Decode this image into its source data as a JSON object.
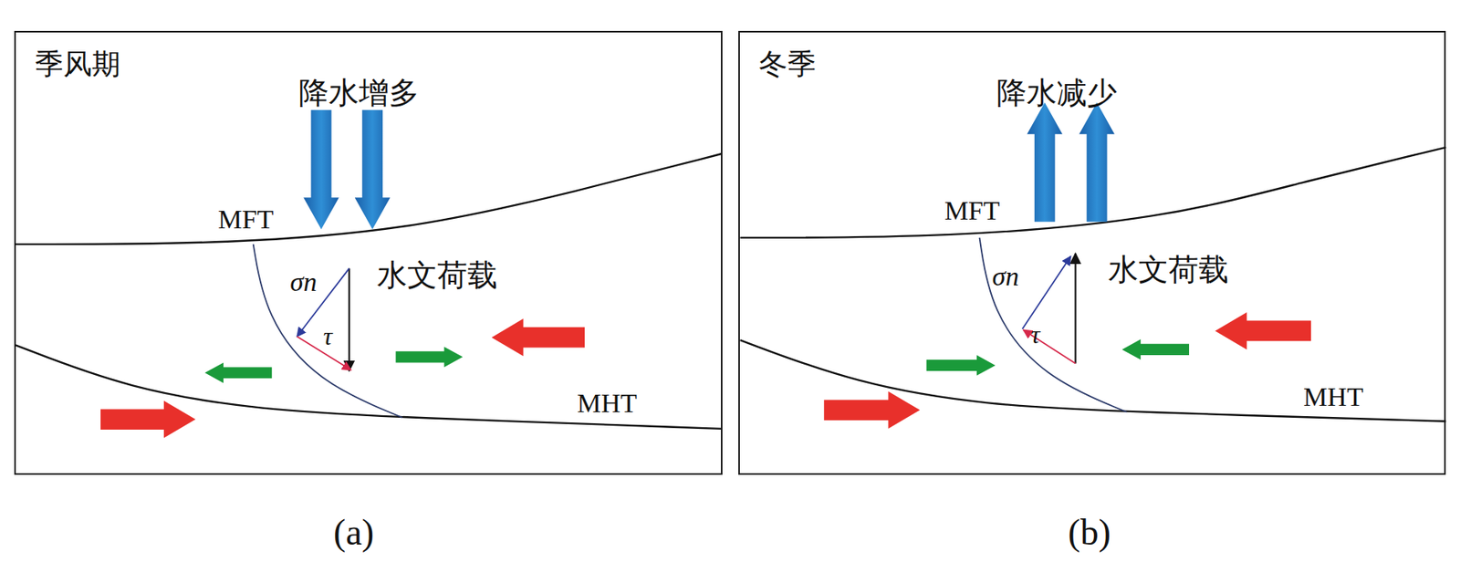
{
  "diagram": {
    "nodes": [
      {
        "text": [
          "季风期"
        ]
      },
      {
        "text": [
          "冬季"
        ]
      }
    ],
    "labels": [
      "降水增多",
      "MFT",
      "σn",
      "τ",
      "水文荷载",
      "MHT",
      "(a)",
      "降水减少",
      "MFT",
      "σn",
      "τ",
      "水文荷载",
      "MHT",
      "(b)"
    ]
  }
}
